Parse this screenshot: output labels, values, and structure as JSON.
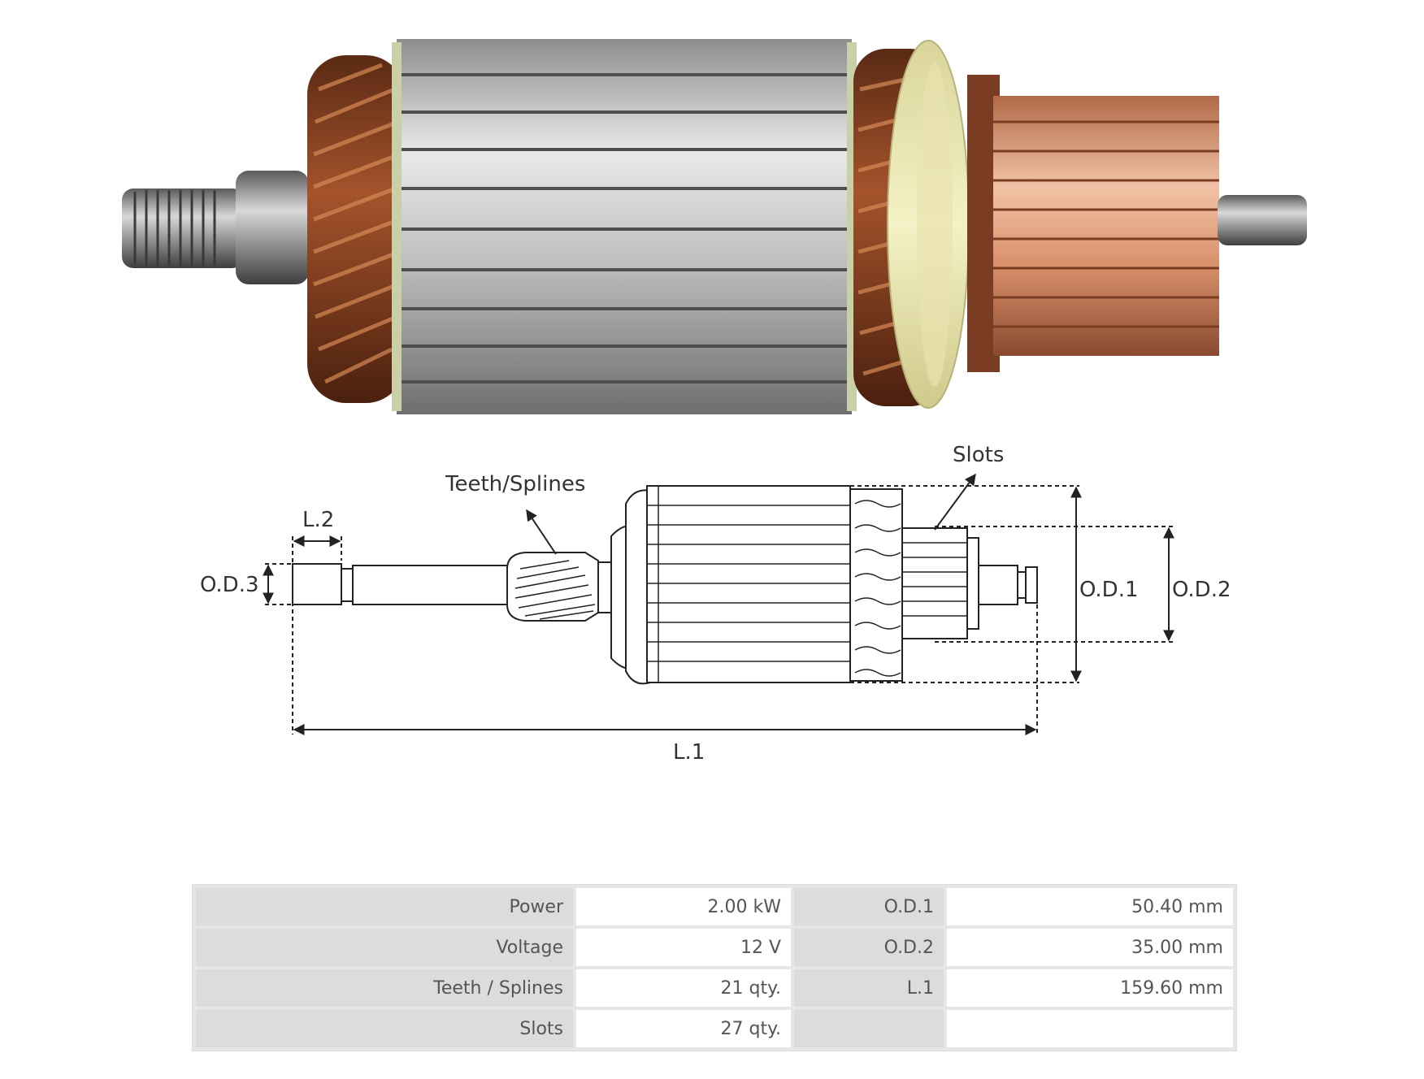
{
  "diagram": {
    "labels": {
      "teeth_splines": "Teeth/Splines",
      "slots": "Slots",
      "l2": "L.2",
      "od3": "O.D.3",
      "od1": "O.D.1",
      "od2": "O.D.2",
      "l1": "L.1"
    }
  },
  "specs": {
    "rows": [
      {
        "k1": "Power",
        "v1": "2.00 kW",
        "k2": "O.D.1",
        "v2": "50.40 mm"
      },
      {
        "k1": "Voltage",
        "v1": "12 V",
        "k2": "O.D.2",
        "v2": "35.00 mm"
      },
      {
        "k1": "Teeth / Splines",
        "v1": "21 qty.",
        "k2": "L.1",
        "v2": "159.60 mm"
      },
      {
        "k1": "Slots",
        "v1": "27 qty.",
        "k2": "",
        "v2": ""
      }
    ]
  }
}
